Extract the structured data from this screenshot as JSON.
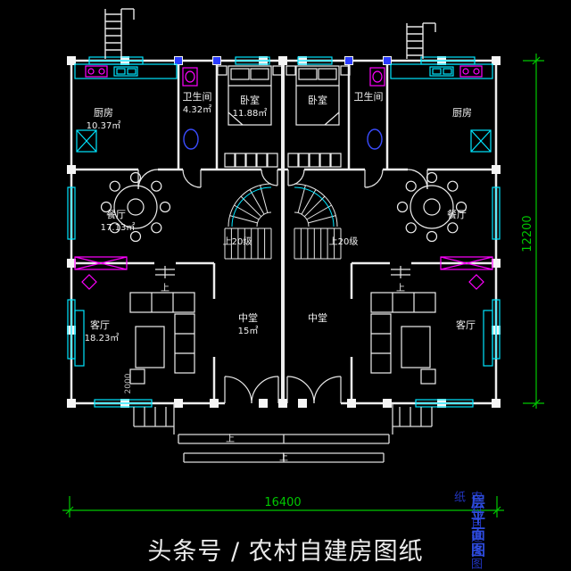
{
  "colors": {
    "background": "#000000",
    "walls": "#ededed",
    "fixtures_cyan": "#00e5ff",
    "fixtures_magenta": "#ff00ff",
    "dimensions_green": "#00c800",
    "watermark_blue": "#2f4fe0"
  },
  "rooms": {
    "kitchen_left": {
      "label": "厨房",
      "area": "10.37㎡"
    },
    "bathroom_left": {
      "label": "卫生间",
      "area": "4.32㎡"
    },
    "bedroom_left": {
      "label": "卧室",
      "area": "11.88㎡"
    },
    "bedroom_right": {
      "label": "卧室"
    },
    "bathroom_right": {
      "label": "卫生间"
    },
    "kitchen_right": {
      "label": "厨房"
    },
    "dining_left": {
      "label": "餐厅",
      "area": "17.13㎡"
    },
    "dining_right": {
      "label": "餐厅"
    },
    "living_left": {
      "label": "客厅",
      "area": "18.23㎡"
    },
    "living_right": {
      "label": "客厅"
    },
    "hall_left": {
      "label": "中堂",
      "area": "15㎡"
    },
    "hall_right": {
      "label": "中堂"
    }
  },
  "stairs": {
    "left_label": "上20级",
    "right_label": "上20级"
  },
  "marks": {
    "up": "上"
  },
  "dimensions": {
    "overall_width": "16400",
    "overall_height": "12200",
    "porch_side": "2000"
  },
  "watermarks": {
    "footer": "头条号 / 农村自建房图纸",
    "side_vertical": "农村自建房图纸",
    "plan_title": "层平面图"
  }
}
